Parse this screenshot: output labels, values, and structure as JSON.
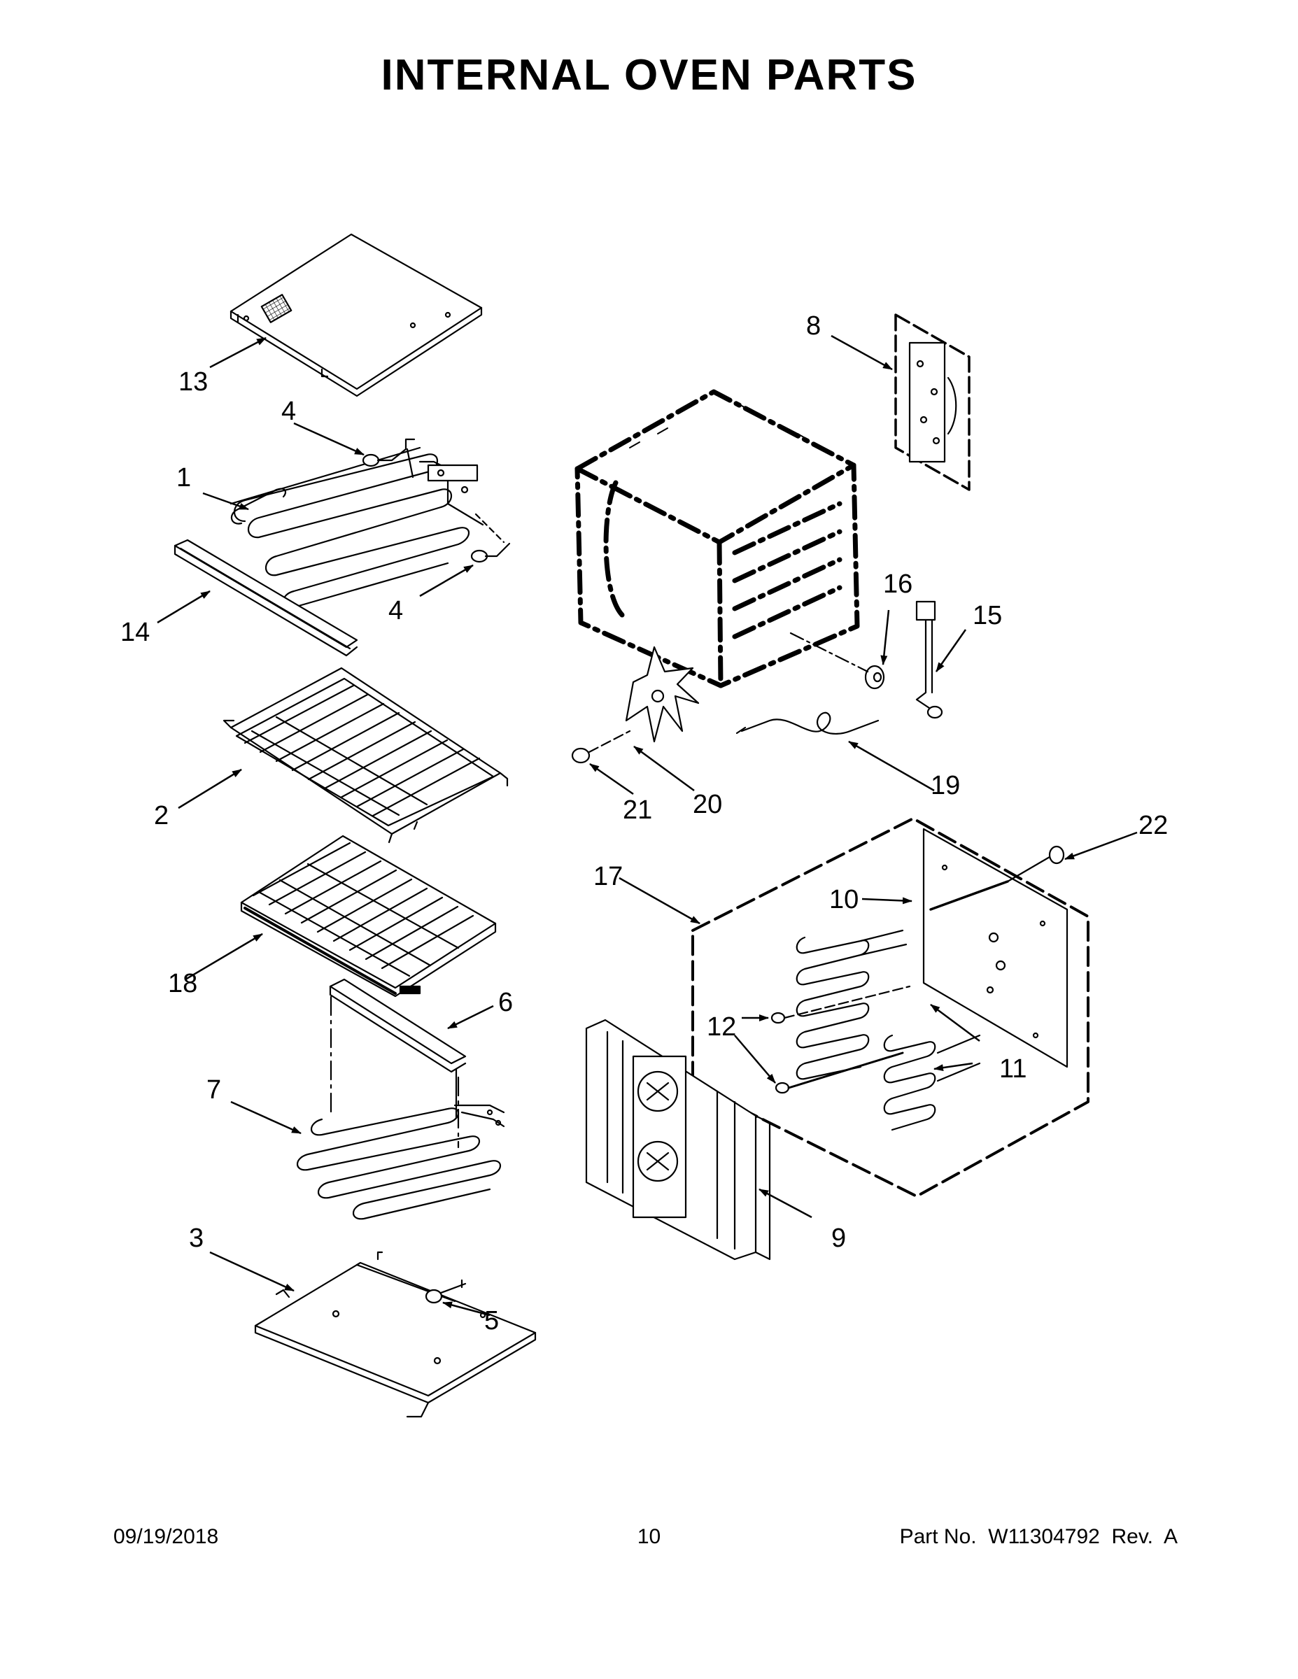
{
  "title": "INTERNAL OVEN PARTS",
  "footer": {
    "date": "09/19/2018",
    "page": "10",
    "part_no": "Part No.  W11304792  Rev.  A"
  },
  "callouts": [
    "1",
    "2",
    "3",
    "4",
    "4",
    "5",
    "6",
    "7",
    "8",
    "9",
    "10",
    "11",
    "12",
    "13",
    "14",
    "15",
    "16",
    "17",
    "18",
    "19",
    "20",
    "21",
    "22"
  ]
}
